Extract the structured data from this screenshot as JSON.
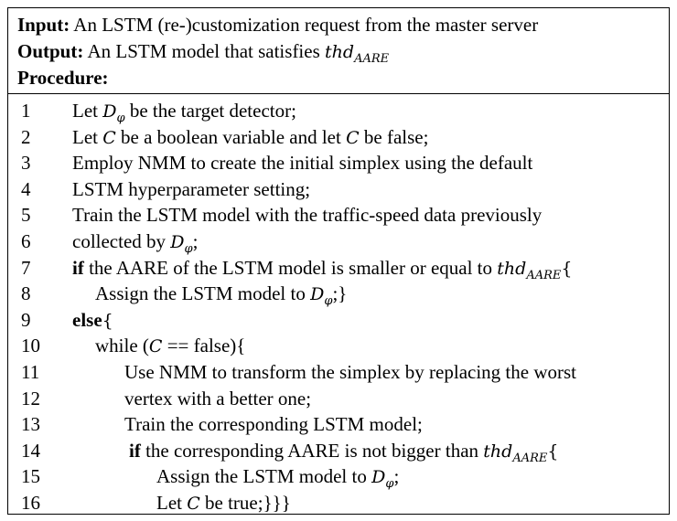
{
  "header": {
    "input_label": "Input:",
    "input_text": "An LSTM (re-)customization request from the master server",
    "output_label": "Output:",
    "output_text": "An LSTM model that satisfies",
    "output_sym": "thd",
    "output_sub": "AARE",
    "procedure_label": "Procedure:"
  },
  "lines": [
    {
      "n": "1",
      "a": "Let",
      "sym": "D",
      "sub": "φ",
      "b": "be the target detector;"
    },
    {
      "n": "2",
      "a": "Let",
      "sym1": "C",
      "b": "be a boolean variable and let",
      "sym2": "C",
      "c": "be false;"
    },
    {
      "n": "3",
      "a": "Employ NMM to create the initial simplex using the default"
    },
    {
      "n": "4",
      "a": "LSTM hyperparameter setting;"
    },
    {
      "n": "5",
      "a": "Train the LSTM model with the traffic-speed data previously"
    },
    {
      "n": "6",
      "a": "collected by",
      "sym": "D",
      "sub": "φ",
      "b": ";"
    },
    {
      "n": "7",
      "kw": "if",
      "a": "the AARE of the LSTM model is smaller or equal to",
      "sym": "thd",
      "sub": "AARE",
      "b": "{"
    },
    {
      "n": "8",
      "a": "Assign the LSTM model to",
      "sym": "D",
      "sub": "φ",
      "b": ";}"
    },
    {
      "n": "9",
      "kw": "else",
      "b": "{"
    },
    {
      "n": "10",
      "a": "while (",
      "sym": "C",
      "b": "== false){"
    },
    {
      "n": "11",
      "a": "Use NMM to transform the simplex by replacing the worst"
    },
    {
      "n": "12",
      "a": "vertex with a better one;"
    },
    {
      "n": "13",
      "a": "Train the corresponding LSTM model;"
    },
    {
      "n": "14",
      "kw": "if",
      "a": "the corresponding AARE is not bigger than",
      "sym": "thd",
      "sub": "AARE",
      "b": "{"
    },
    {
      "n": "15",
      "a": "Assign the LSTM model to",
      "sym": "D",
      "sub": "φ",
      "b": ";"
    },
    {
      "n": "16",
      "a": "Let",
      "sym": "C",
      "b": "be true;}}}"
    }
  ]
}
